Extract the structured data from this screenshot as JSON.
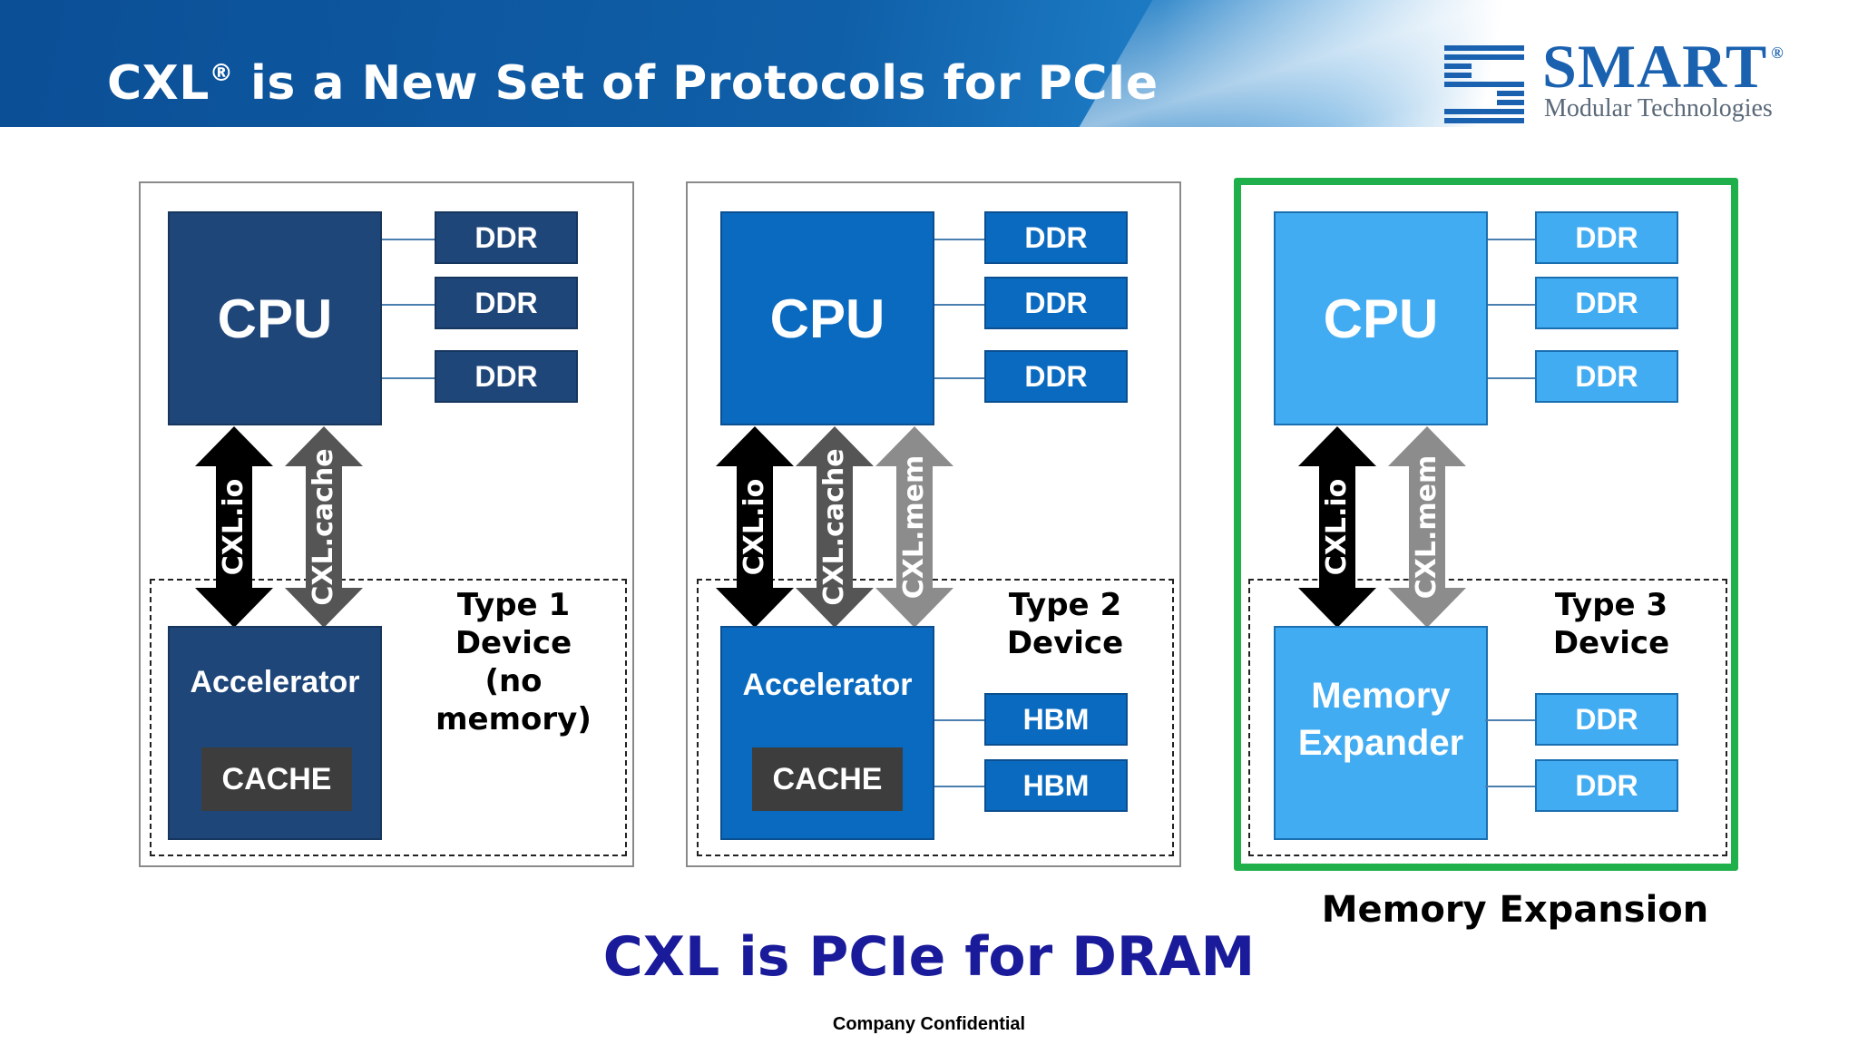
{
  "header": {
    "title": "CXL",
    "title_reg": "®",
    "title_rest": " is a New Set of Protocols for PCIe",
    "logo_name": "SMART",
    "logo_reg": "®",
    "logo_sub": "Modular Technologies"
  },
  "panels": [
    {
      "cpu": "CPU",
      "ddr": [
        "DDR",
        "DDR",
        "DDR"
      ],
      "arrows": [
        "CXL.io",
        "CXL.cache"
      ],
      "device_label_line1": "Type 1 Device",
      "device_label_line2": "(no memory)",
      "device": "Accelerator",
      "cache": "CACHE"
    },
    {
      "cpu": "CPU",
      "ddr": [
        "DDR",
        "DDR",
        "DDR"
      ],
      "arrows": [
        "CXL.io",
        "CXL.cache",
        "CXL.mem"
      ],
      "device_label_line1": "Type 2 Device",
      "device": "Accelerator",
      "cache": "CACHE",
      "hbm": [
        "HBM",
        "HBM"
      ]
    },
    {
      "cpu": "CPU",
      "ddr": [
        "DDR",
        "DDR",
        "DDR"
      ],
      "arrows": [
        "CXL.io",
        "CXL.mem"
      ],
      "device_label_line1": "Type 3 Device",
      "device_line1": "Memory",
      "device_line2": "Expander",
      "device_ddr": [
        "DDR",
        "DDR"
      ],
      "caption": "Memory Expansion"
    }
  ],
  "tagline": "CXL is PCIe for DRAM",
  "footer": "Company Confidential",
  "colors": {
    "type1": "#1f4679",
    "type2": "#0a6ac0",
    "type3": "#42acf2",
    "highlight_border": "#20b04b",
    "tagline": "#1a1b9a"
  }
}
